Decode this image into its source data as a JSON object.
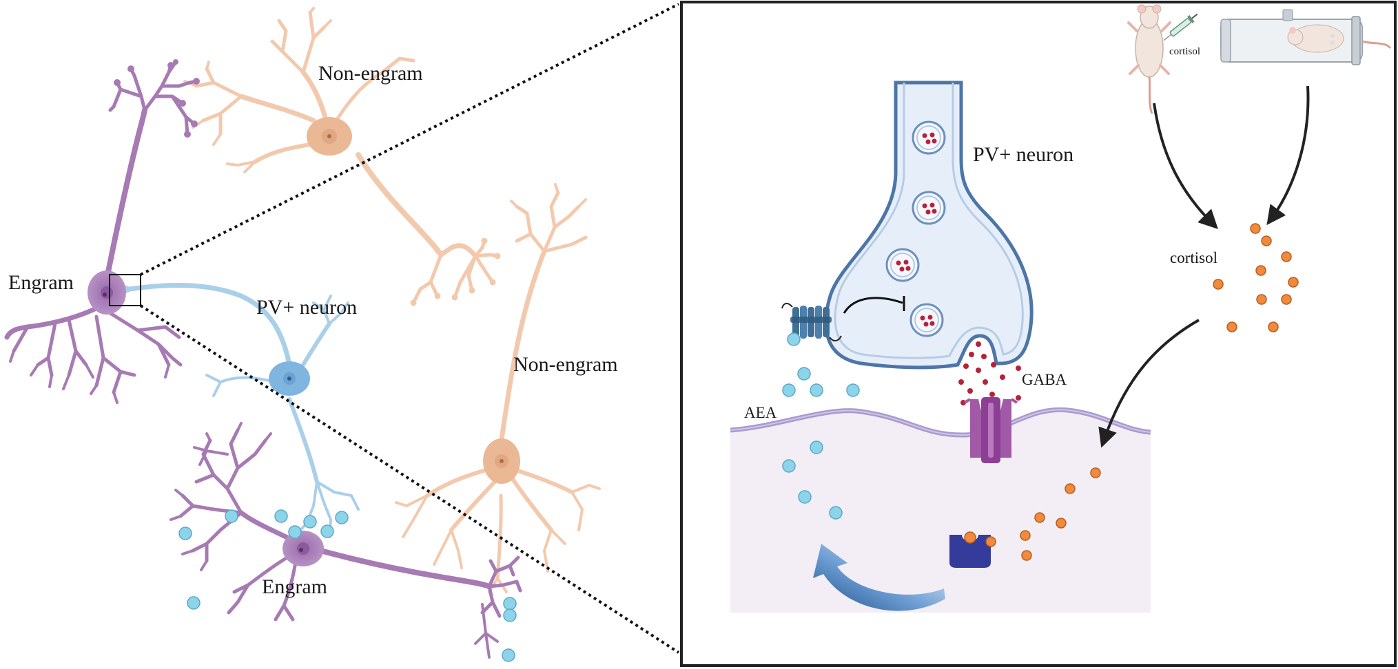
{
  "labels": {
    "non_engram_top": "Non-engram",
    "non_engram_right": "Non-engram",
    "engram_left": "Engram",
    "engram_bottom": "Engram",
    "pv_neuron_left": "PV+ neuron",
    "pv_neuron_inset": "PV+ neuron",
    "aea": "AEA",
    "gaba": "GABA",
    "cortisol_mouse": "cortisol",
    "cortisol_cluster": "cortisol"
  },
  "colors": {
    "engram": "#a77ab3",
    "engram_soma": "#8e5a9f",
    "non_engram": "#f3c9ad",
    "non_engram_soma": "#eab895",
    "pv_neuron": "#a9cfe9",
    "pv_soma": "#7fb5df",
    "aea_particle": "#8dd3ea",
    "cortisol_particle": "#f08a3c",
    "gaba_particle": "#b5233a",
    "receptor": "#3f6f96",
    "gaba_receptor": "#a15aa7",
    "cortisol_receptor": "#343b9a",
    "membrane": "#a99ad0",
    "postsynaptic_fill": "#f3eef6",
    "terminal_fill": "#e6eff9",
    "panel_border": "#222222"
  },
  "icons": [
    "mouse-injection-icon",
    "restraint-tube-icon",
    "syringe-icon",
    "cb1-receptor-icon",
    "gaba-receptor-icon",
    "glucocorticoid-receptor-icon"
  ]
}
